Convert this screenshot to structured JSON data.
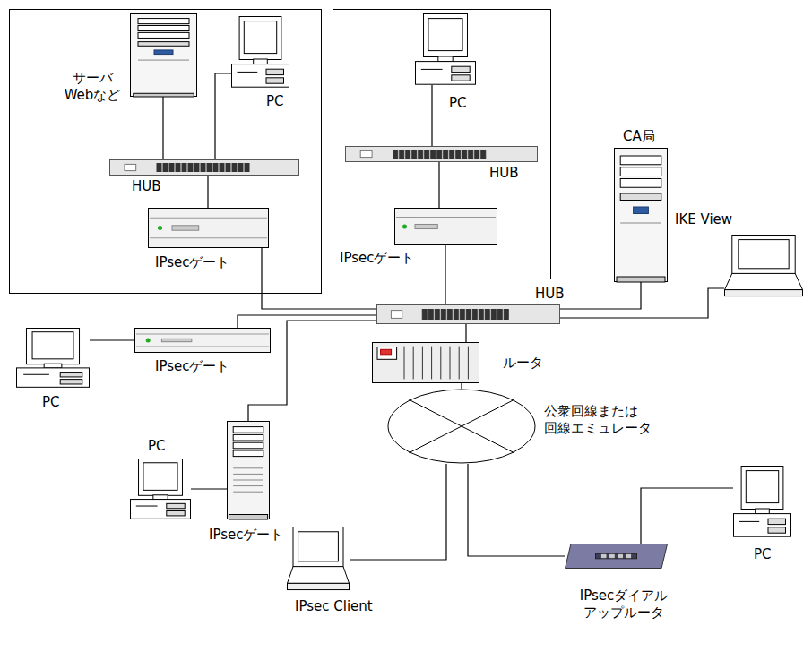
{
  "diagram": {
    "nodes": [
      {
        "text": [
          "サーバ Webなど"
        ]
      },
      {
        "text": [
          "PC"
        ]
      },
      {
        "text": [
          "HUB"
        ]
      },
      {
        "text": [
          "IPsecゲート"
        ]
      },
      {
        "text": [
          "PC"
        ]
      },
      {
        "text": [
          "HUB"
        ]
      },
      {
        "text": [
          "IPsecゲート"
        ]
      },
      {
        "text": [
          "CA局"
        ]
      },
      {
        "text": [
          "IKE View"
        ]
      },
      {
        "text": [
          "HUB"
        ]
      },
      {
        "text": [
          "ルータ"
        ]
      },
      {
        "text": [
          "PC"
        ]
      },
      {
        "text": [
          "IPsecゲート"
        ]
      },
      {
        "text": [
          "PC"
        ]
      },
      {
        "text": [
          "IPsecゲート"
        ]
      },
      {
        "text": [
          "公衆回線または 回線エミュレータ"
        ]
      },
      {
        "text": [
          "IPsec Client"
        ]
      },
      {
        "text": [
          "IPsecダイアル アップルータ"
        ]
      },
      {
        "text": [
          "PC"
        ]
      }
    ],
    "edges": [
      {
        "from": 0,
        "to": 2,
        "arrow": "none"
      },
      {
        "from": 1,
        "to": 2,
        "arrow": "none"
      },
      {
        "from": 2,
        "to": 3,
        "arrow": "none"
      },
      {
        "from": 3,
        "to": 9,
        "arrow": "none"
      },
      {
        "from": 4,
        "to": 5,
        "arrow": "none"
      },
      {
        "from": 5,
        "to": 6,
        "arrow": "none"
      },
      {
        "from": 6,
        "to": 9,
        "arrow": "none"
      },
      {
        "from": 7,
        "to": 9,
        "arrow": "none"
      },
      {
        "from": 8,
        "to": 9,
        "arrow": "none"
      },
      {
        "from": 9,
        "to": 10,
        "arrow": "none"
      },
      {
        "from": 11,
        "to": 12,
        "arrow": "none"
      },
      {
        "from": 12,
        "to": 9,
        "arrow": "none"
      },
      {
        "from": 13,
        "to": 14,
        "arrow": "none"
      },
      {
        "from": 14,
        "to": 9,
        "arrow": "none"
      },
      {
        "from": 10,
        "to": 15,
        "arrow": "none"
      },
      {
        "from": 15,
        "to": 16,
        "arrow": "none"
      },
      {
        "from": 15,
        "to": 17,
        "arrow": "none"
      },
      {
        "from": 17,
        "to": 18,
        "arrow": "none"
      }
    ]
  }
}
